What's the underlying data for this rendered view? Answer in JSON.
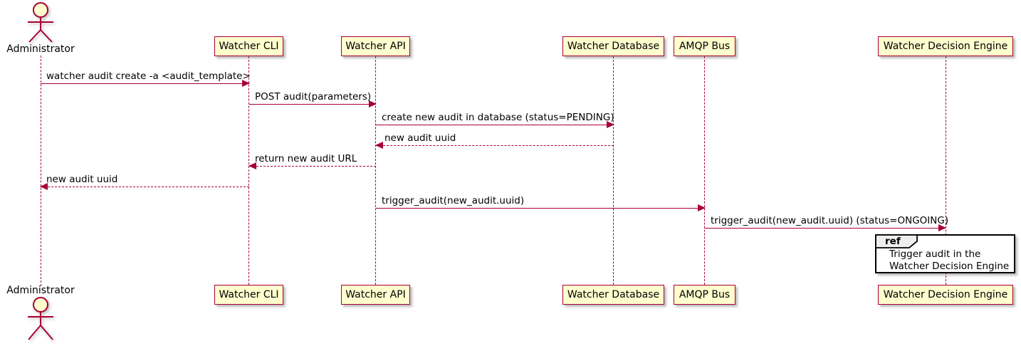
{
  "diagram": {
    "type": "sequence-diagram",
    "colors": {
      "participant_fill": "#FEFECE",
      "participant_border": "#A80036",
      "arrow": "#A80036",
      "lifeline": "#A80036",
      "ref_border": "#000000",
      "ref_tab_fill": "#EEEEEE",
      "text": "#000000"
    },
    "participants": [
      {
        "id": "administrator",
        "label": "Administrator",
        "kind": "actor"
      },
      {
        "id": "watcher-cli",
        "label": "Watcher CLI",
        "kind": "participant"
      },
      {
        "id": "watcher-api",
        "label": "Watcher API",
        "kind": "participant"
      },
      {
        "id": "watcher-database",
        "label": "Watcher Database",
        "kind": "participant"
      },
      {
        "id": "amqp-bus",
        "label": "AMQP Bus",
        "kind": "participant"
      },
      {
        "id": "watcher-decision-engine",
        "label": "Watcher Decision Engine",
        "kind": "participant"
      }
    ],
    "messages": [
      {
        "from": "Administrator",
        "to": "Watcher CLI",
        "label": "watcher audit create -a <audit_template>",
        "style": "solid",
        "direction": "right"
      },
      {
        "from": "Watcher CLI",
        "to": "Watcher API",
        "label": "POST audit(parameters)",
        "style": "solid",
        "direction": "right"
      },
      {
        "from": "Watcher API",
        "to": "Watcher Database",
        "label": "create new audit in database (status=PENDING)",
        "style": "solid",
        "direction": "right"
      },
      {
        "from": "Watcher Database",
        "to": "Watcher API",
        "label": "new audit uuid",
        "style": "dashed",
        "direction": "left"
      },
      {
        "from": "Watcher API",
        "to": "Watcher CLI",
        "label": "return new audit URL",
        "style": "dashed",
        "direction": "left"
      },
      {
        "from": "Watcher CLI",
        "to": "Administrator",
        "label": "new audit uuid",
        "style": "dashed",
        "direction": "left"
      },
      {
        "from": "Watcher API",
        "to": "AMQP Bus",
        "label": "trigger_audit(new_audit.uuid)",
        "style": "solid",
        "direction": "right"
      },
      {
        "from": "AMQP Bus",
        "to": "Watcher Decision Engine",
        "label": "trigger_audit(new_audit.uuid) (status=ONGOING)",
        "style": "solid",
        "direction": "right"
      }
    ],
    "ref": {
      "keyword": "ref",
      "over": "Watcher Decision Engine",
      "lines": [
        "Trigger audit in the",
        "Watcher Decision Engine"
      ]
    }
  }
}
